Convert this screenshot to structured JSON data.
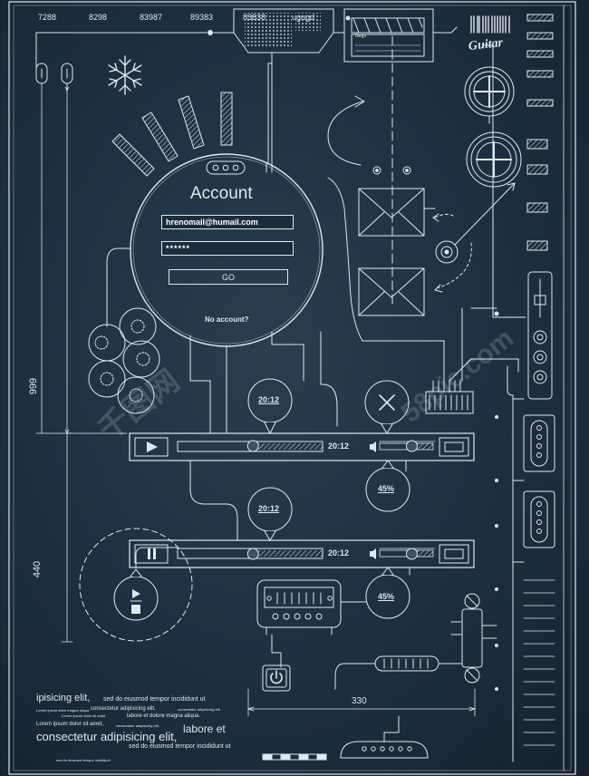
{
  "top_numbers": [
    "7288",
    "8298",
    "83987",
    "89383",
    "83838",
    "ugugd"
  ],
  "clapper_label": "Gegs",
  "guitar_label": "Guitar",
  "account": {
    "title": "Account",
    "email_value": "hrenomail@humail.com",
    "password_value": "******",
    "go_label": "GO",
    "no_account_label": "No account?"
  },
  "player1": {
    "bubble_time": "20:12",
    "time": "20:12",
    "progress": 0.52,
    "volume_percent": "45%",
    "volume": 0.6
  },
  "player2": {
    "bubble_time": "20:12",
    "time": "20:12",
    "progress": 0.52,
    "volume_percent": "45%",
    "volume": 0.6
  },
  "dimensions": {
    "left_height_upper": "999",
    "left_height_lower": "440",
    "bottom_width": "330"
  },
  "watermark_left": "千图网",
  "watermark_right": "58pic.com",
  "lorem": {
    "l1": "ipisicing elit,",
    "l2": "sed do eiusmod tempor incididunt ut",
    "l3": "Lorem ipsum dolor magna aliqua",
    "l4": "consectetur adipisicing elit,",
    "l5": "consectetur adipisicing elit",
    "l6": "Lorem ipsum dolor sit amet",
    "l7": "labore et dolore magna aliqua.",
    "l8": "Lorem ipsum dolor sit amet,",
    "l9": "consectetur adipisicing elit,",
    "l10": "labore et",
    "l11": "consectetur adipisicing elit,",
    "l12": "sed do eiusmod tempor incididunt ut",
    "l13": "sed do eiusmod tempor incididunt"
  }
}
